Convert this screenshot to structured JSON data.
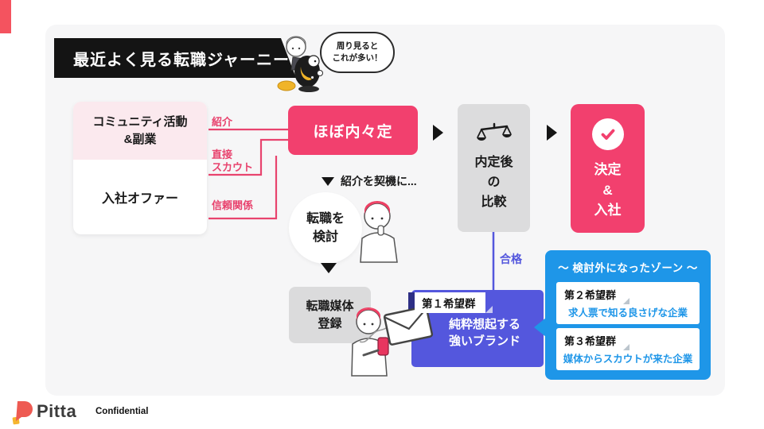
{
  "slide": {
    "banner": {
      "title": "最近よく見る転職ジャーニー"
    },
    "thought_bubble": {
      "line1": "周り見ると",
      "line2": "これが多い！"
    },
    "left_card": {
      "top_line1": "コミュニティ活動",
      "top_line2": "&副業",
      "bottom_label": "入社オファー"
    },
    "connectors": {
      "intro": "紹介",
      "direct_line1": "直接",
      "direct_line2": "スカウト",
      "trust": "信頼関係",
      "pass": "合格"
    },
    "offer_box": "ほぼ内々定",
    "trigger_note": "紹介を契機に...",
    "consider_circle": {
      "line1": "転職を",
      "line2": "検討"
    },
    "media_box": {
      "line1": "転職媒体",
      "line2": "登録"
    },
    "compare_box": {
      "line1": "内定後",
      "line2": "の",
      "line3": "比較"
    },
    "decide_box": {
      "line1": "決定",
      "line2": "&",
      "line3": "入社"
    },
    "first_choice": {
      "tag": "第１希望群",
      "line1": "純粋想起する",
      "line2": "強いブランド"
    },
    "excluded_zone": {
      "title": "〜 検討外になったゾーン 〜",
      "items": [
        {
          "tag": "第２希望群",
          "desc": "求人票で知る良さげな企業"
        },
        {
          "tag": "第３希望群",
          "desc": "媒体からスカウトが来た企業"
        }
      ]
    },
    "footer": {
      "brand": "Pitta",
      "label": "Confidential"
    }
  },
  "icons": {
    "balance_scale": "⚖",
    "check": "✓",
    "arrow_right": "▶",
    "arrow_down": "▼",
    "envelope": "✉"
  },
  "colors": {
    "accent_pink": "#f2406e",
    "line_pink": "#e8436e",
    "light_pink": "#fbe9ee",
    "purple": "#5457dd",
    "purple_dark": "#2e2f85",
    "blue": "#1e96e8",
    "gray_box": "#dcdcdd",
    "banner_black": "#141414",
    "red_bar": "#f4535f",
    "panel_bg": "#f6f6f7",
    "yellow": "#f0b429"
  }
}
